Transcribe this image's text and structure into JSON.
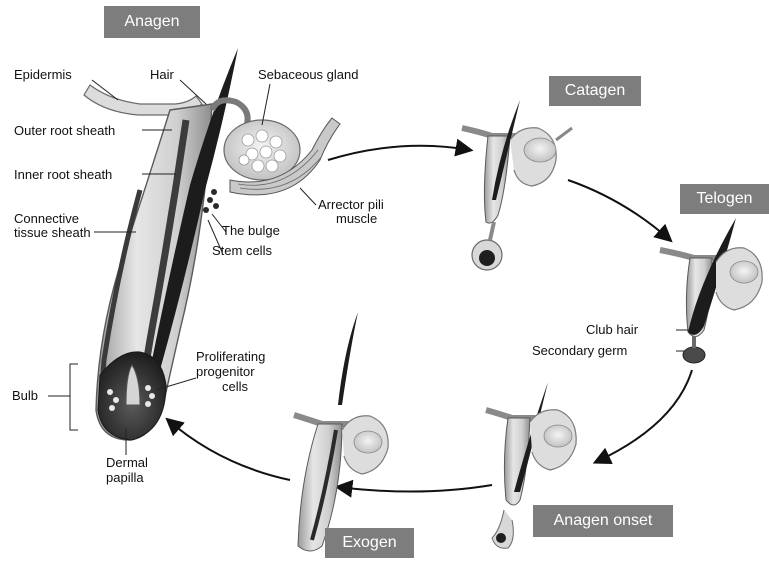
{
  "stages": {
    "anagen": "Anagen",
    "catagen": "Catagen",
    "telogen": "Telogen",
    "anagen_onset": "Anagen onset",
    "exogen": "Exogen"
  },
  "labels": {
    "epidermis": "Epidermis",
    "hair": "Hair",
    "sebaceous_gland": "Sebaceous gland",
    "outer_root_sheath": "Outer root sheath",
    "inner_root_sheath": "Inner root sheath",
    "connective_tissue_sheath_line1": "Connective",
    "connective_tissue_sheath_line2": "tissue sheath",
    "arrector_pili_line1": "Arrector pili",
    "arrector_pili_line2": "muscle",
    "the_bulge": "The bulge",
    "stem_cells": "Stem cells",
    "proliferating_line1": "Proliferating",
    "proliferating_line2": "progenitor",
    "proliferating_line3": "cells",
    "bulb": "Bulb",
    "dermal_papilla_line1": "Dermal",
    "dermal_papilla_line2": "papilla",
    "club_hair": "Club hair",
    "secondary_germ": "Secondary germ"
  },
  "colors": {
    "stage_box": "#7d7d7d",
    "follicle_light": "#d9d9d9",
    "follicle_dark": "#2a2a2a",
    "sheath_mid": "#8a8a8a"
  }
}
